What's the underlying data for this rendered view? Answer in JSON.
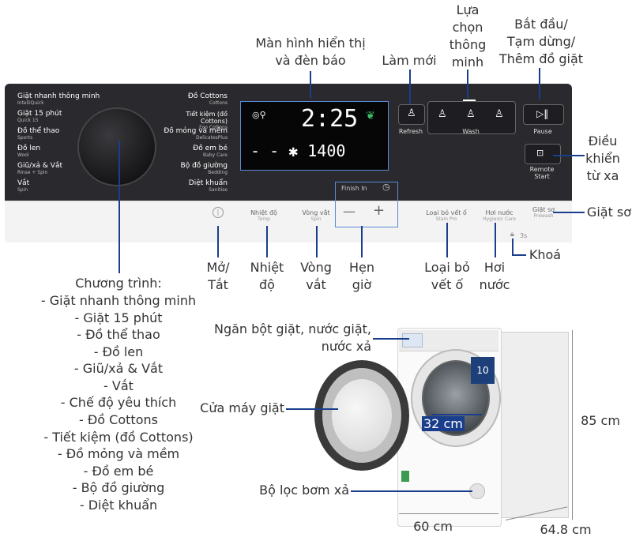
{
  "callouts": {
    "display": "Màn hình hiển thị\nvà đèn báo",
    "refresh": "Làm mới",
    "select": "Lựa\nchọn\nthông\nminh",
    "start_pause": "Bắt đầu/\nTạm dừng/\nThêm đồ giặt",
    "remote": "Điều\nkhiển\ntừ xa",
    "prewash": "Giặt sơ",
    "lock": "Khoá",
    "power": "Mở/\nTắt",
    "temp": "Nhiệt\nđộ",
    "spin": "Vòng\nvắt",
    "timer": "Hẹn\ngiờ",
    "stain": "Loại bỏ\nvết ố",
    "steam": "Hơi\nnước",
    "detergent": "Ngăn bột giặt, nước giặt,\nnước xả",
    "door": "Cửa máy giặt",
    "filter": "Bộ lọc bơm xả"
  },
  "programs_title": "Chương trình:",
  "programs": [
    "- Giặt nhanh thông minh",
    "- Giặt 15 phút",
    "- Đồ thể thao",
    "- Đồ len",
    "- Giũ/xả & Vắt",
    "- Vắt",
    "- Chế độ yêu thích",
    "- Đồ Cottons",
    "- Tiết kiệm (đồ Cottons)",
    "- Đồ mỏng và mềm",
    "- Đồ em bé",
    "- Bộ đồ giường",
    "- Diệt khuẩn"
  ],
  "dimensions": {
    "height": "85 cm",
    "width": "60 cm",
    "depth": "64.8 cm",
    "drum": "32 cm"
  },
  "panel": {
    "left_programs": [
      {
        "vi": "Giặt nhanh thông minh",
        "en": "IntelliQuick"
      },
      {
        "vi": "Giặt 15 phút",
        "en": "Quick 15"
      },
      {
        "vi": "Đồ thể thao",
        "en": "Sports"
      },
      {
        "vi": "Đồ len",
        "en": "Wool"
      },
      {
        "vi": "Giũ/xả & Vắt",
        "en": "Rinse + Spin"
      },
      {
        "vi": "Vắt",
        "en": "Spin"
      }
    ],
    "right_programs": [
      {
        "vi": "Đồ Cottons",
        "en": "Cottons"
      },
      {
        "vi": "Tiết kiệm (đồ Cottons)",
        "en": "Eco Cottons"
      },
      {
        "vi": "Đồ mỏng và mềm",
        "en": "DelicatesPlus"
      },
      {
        "vi": "Đồ em bé",
        "en": "Baby Care"
      },
      {
        "vi": "Bộ đồ giường",
        "en": "Bedding"
      },
      {
        "vi": "Diệt khuẩn",
        "en": "Sanitise"
      }
    ],
    "display_time": "2:25",
    "display_spin": "- - ✱ 1400",
    "refresh_label": "Refresh",
    "wash_label": "Wash",
    "pause_label": "Pause",
    "remote_label": "Remote\nStart",
    "finish_in": "Finish In",
    "temp_vi": "Nhiệt độ",
    "temp_en": "Temp",
    "spin_vi": "Vòng vắt",
    "spin_en": "Spin",
    "stain_vi": "Loại bỏ vết ố",
    "stain_en": "Stain Pro",
    "steam_vi": "Hơi nước",
    "steam_en": "Hygienic Care",
    "prewash_vi": "Giặt sơ",
    "prewash_en": "Prewash",
    "lock_label": "3s"
  },
  "colors": {
    "leader": "#1a3e8c",
    "panel": "#2a2a2e",
    "display_border": "#5a8ad6",
    "leaf": "#3fbf6a"
  }
}
